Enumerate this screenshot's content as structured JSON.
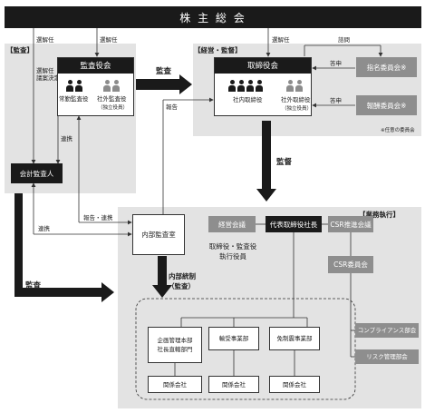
{
  "title": "株 主 総 会",
  "sections": {
    "audit": "【監査】",
    "management": "【経営・監督】",
    "execution": "【業務執行】"
  },
  "flows": {
    "appoint_dismiss_1": "選解任",
    "appoint_dismiss_2": "選解任",
    "appoint_dismiss_3": "選解任",
    "audit_proposal_1": "選解任",
    "audit_proposal_2": "議案決定",
    "consult": "諮問",
    "report_1": "答申",
    "report_2": "答申",
    "report_up": "報告",
    "audit_arrow": "監査",
    "supervise_arrow": "監督",
    "audit_left_arrow": "監査",
    "cooperate_1": "連携",
    "cooperate_2": "連携",
    "report_cooperate": "報告・連携",
    "internal_control": "内部統制",
    "internal_control_sub": "（監査）"
  },
  "audit_board": {
    "title": "監査役会",
    "full_time": "常勤監査役",
    "outside": "社外監査役",
    "outside_note": "（独立役員）"
  },
  "board": {
    "title": "取締役会",
    "inside": "社内取締役",
    "outside": "社外取締役",
    "outside_note": "（独立役員）"
  },
  "committees": {
    "nomination": "指名委員会※",
    "compensation": "報酬委員会※",
    "note": "※任意の委員会"
  },
  "accounting_auditor": "会計監査人",
  "internal_audit": "内部監査室",
  "management_meeting": "経営会議",
  "president": "代表取締役社長",
  "csr_promotion": "CSR推進会議",
  "csr_committee": "CSR委員会",
  "compliance": "コンプライアンス部会",
  "risk": "リスク管理部会",
  "officers": "取締役・監査役\n執行役員",
  "divisions": [
    {
      "name": "企画管理本部\n社長直轄部門",
      "sub": "関係会社"
    },
    {
      "name": "輸受事業部",
      "sub": "関係会社"
    },
    {
      "name": "免制震事業部",
      "sub": "関係会社"
    }
  ],
  "colors": {
    "dark": "#1a1a1a",
    "mid": "#8e8e8e",
    "panel": "#e3e3e3"
  }
}
